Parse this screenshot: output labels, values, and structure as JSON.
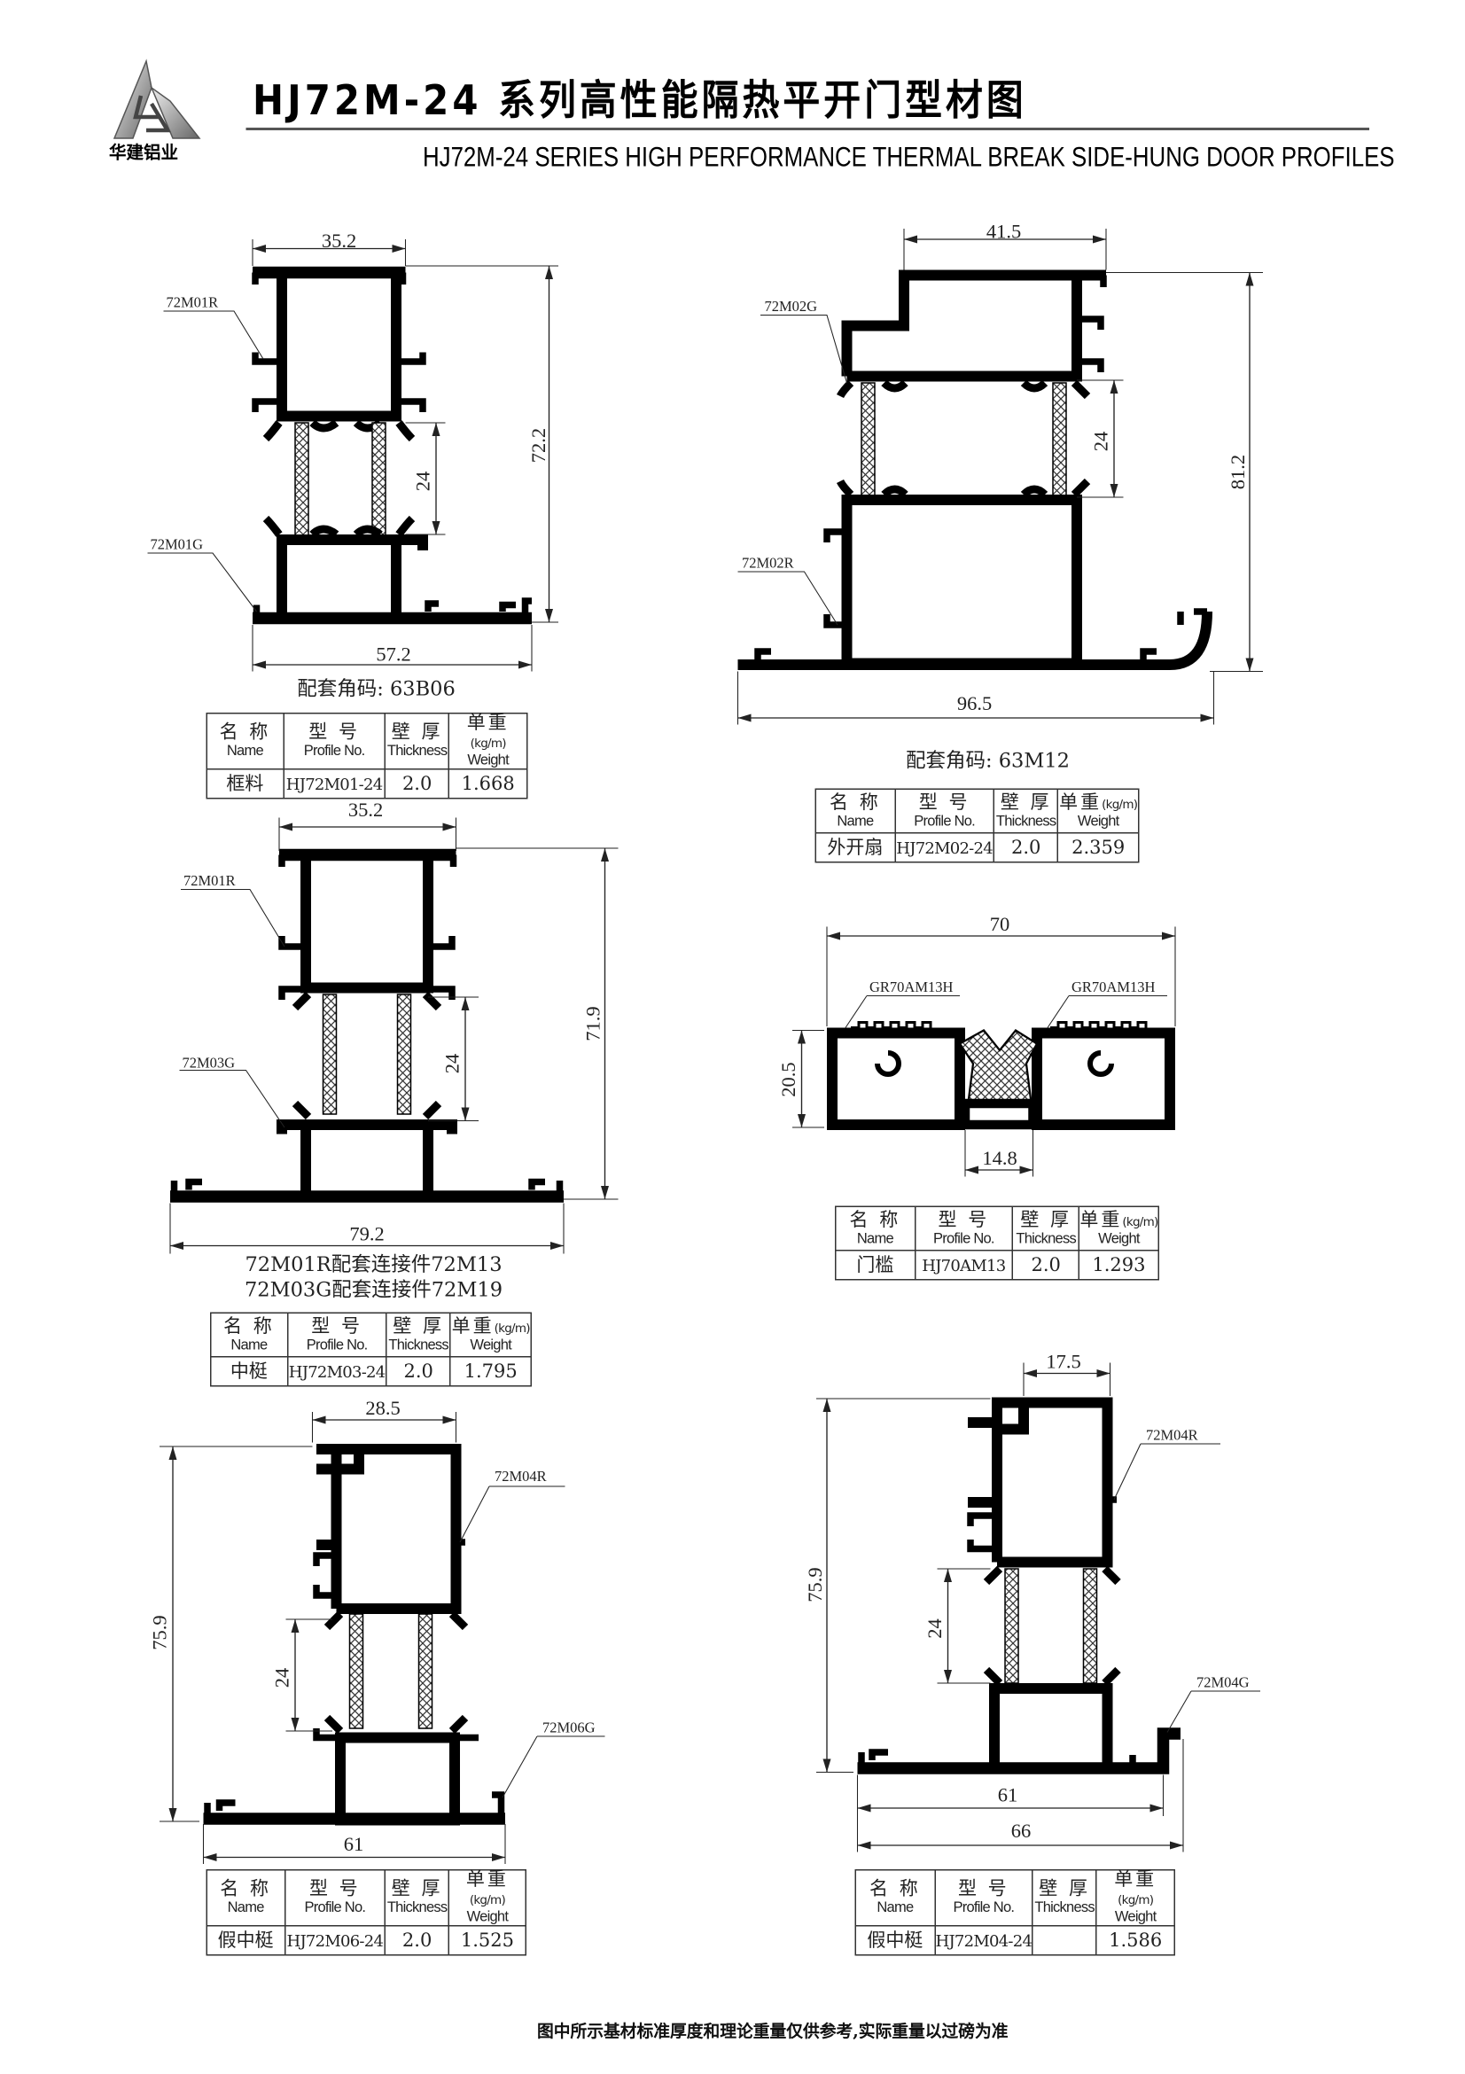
{
  "header": {
    "logo_text": "华建铝业",
    "title": "HJ72M-24 系列高性能隔热平开门型材图",
    "subtitle": "HJ72M-24 SERIES HIGH PERFORMANCE THERMAL BREAK SIDE-HUNG DOOR PROFILES"
  },
  "table_headers": {
    "name_cn": "名 称",
    "name_en": "Name",
    "profile_cn": "型 号",
    "profile_en": "Profile No.",
    "thickness_cn": "壁 厚",
    "thickness_en": "Thickness",
    "weight_cn": "单重",
    "weight_unit": "(kg/m)",
    "weight_en": "Weight"
  },
  "profiles": [
    {
      "labels": [
        "72M01R",
        "72M01G"
      ],
      "dims": {
        "top": "35.2",
        "insulation": "24",
        "height": "72.2",
        "bottom": "57.2"
      },
      "notes": [
        "配套角码: 63B06"
      ],
      "table": {
        "name": "框料",
        "profile_no": "HJ72M01-24",
        "thickness": "2.0",
        "weight": "1.668"
      }
    },
    {
      "labels": [
        "72M02G",
        "72M02R"
      ],
      "dims": {
        "top": "41.5",
        "insulation": "24",
        "height": "81.2",
        "bottom": "96.5"
      },
      "notes": [
        "配套角码: 63M12"
      ],
      "table": {
        "name": "外开扇",
        "profile_no": "HJ72M02-24",
        "thickness": "2.0",
        "weight": "2.359"
      }
    },
    {
      "labels": [
        "72M01R",
        "72M03G"
      ],
      "dims": {
        "top": "35.2",
        "insulation": "24",
        "height": "71.9",
        "bottom": "79.2"
      },
      "notes": [
        "72M01R配套连接件72M13",
        "72M03G配套连接件72M19"
      ],
      "table": {
        "name": "中梃",
        "profile_no": "HJ72M03-24",
        "thickness": "2.0",
        "weight": "1.795"
      }
    },
    {
      "labels": [
        "GR70AM13H",
        "GR70AM13H"
      ],
      "dims": {
        "top": "70",
        "height": "20.5",
        "bottom": "14.8"
      },
      "notes": [],
      "table": {
        "name": "门槛",
        "profile_no": "HJ70AM13",
        "thickness": "2.0",
        "weight": "1.293"
      }
    },
    {
      "labels": [
        "72M04R",
        "72M06G"
      ],
      "dims": {
        "top": "28.5",
        "insulation": "24",
        "height": "75.9",
        "bottom": "61"
      },
      "notes": [],
      "table": {
        "name": "假中梃",
        "profile_no": "HJ72M06-24",
        "thickness": "2.0",
        "weight": "1.525"
      }
    },
    {
      "labels": [
        "72M04R",
        "72M04G"
      ],
      "dims": {
        "top": "17.5",
        "insulation": "24",
        "height": "75.9",
        "bottom": "61",
        "bottom_overall": "66"
      },
      "notes": [],
      "table": {
        "name": "假中梃",
        "profile_no": "HJ72M04-24",
        "thickness": "",
        "weight": "1.586"
      }
    }
  ],
  "footer": "图中所示基材标准厚度和理论重量仅供参考,实际重量以过磅为准"
}
